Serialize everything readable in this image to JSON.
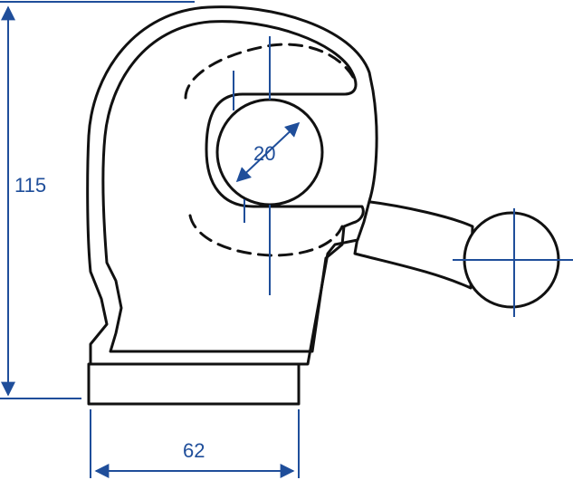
{
  "dimensions": {
    "height_value": "115",
    "width_value": "62",
    "bore_diameter_value": "20"
  },
  "colors": {
    "outline": "#111111",
    "dimension": "#1f4e9a",
    "background": "#ffffff"
  }
}
